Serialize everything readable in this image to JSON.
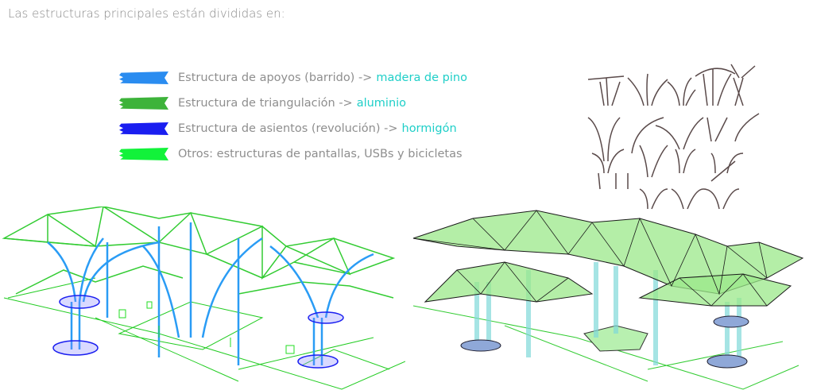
{
  "intro": "Las estructuras principales están divididas en:",
  "legend": [
    {
      "text": "Estructura de apoyos (barrido) ->",
      "material": "madera de pino",
      "color": "#2a8cf0"
    },
    {
      "text": "Estructura de triangulación ->",
      "material": "aluminio",
      "color": "#3db33a"
    },
    {
      "text": "Estructura de asientos (revolución) ->",
      "material": "hormigón",
      "color": "#1a1ef0"
    },
    {
      "text": "Otros: estructuras de pantallas, USBs y bicicletas",
      "material": "",
      "color": "#12f23a"
    }
  ],
  "colors": {
    "highlight": "#1fcfc8",
    "text": "#8e8e8e"
  }
}
